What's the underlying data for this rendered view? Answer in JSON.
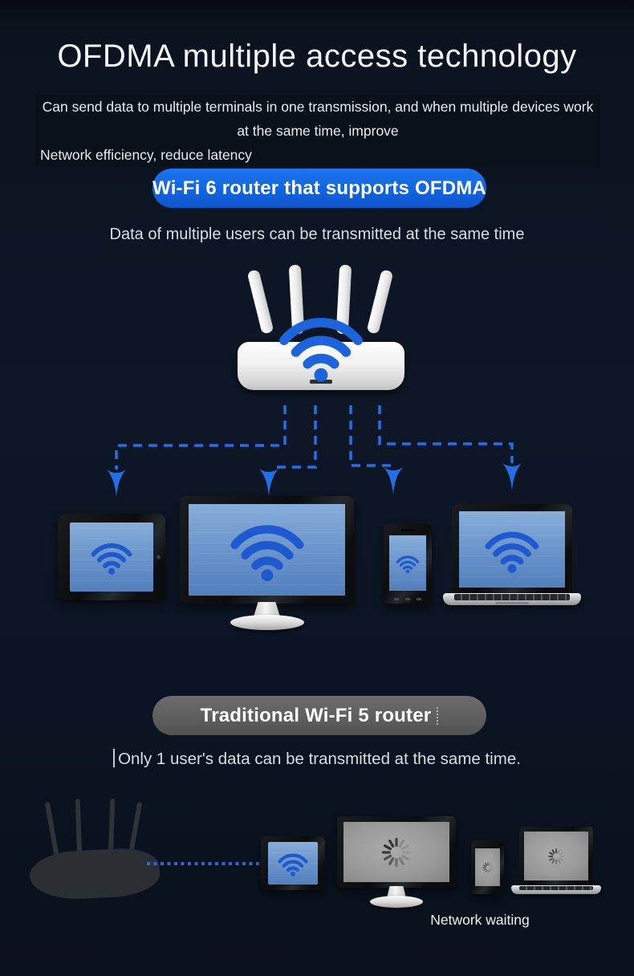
{
  "page": {
    "title": "OFDMA multiple access technology",
    "description": {
      "line1": "Can send data to multiple terminals in one transmission, and when multiple devices work at the same time, improve",
      "line2": "Network efficiency, reduce latency"
    }
  },
  "wifi6_section": {
    "badge_label": "Wi-Fi 6 router that supports OFDMA",
    "caption": "Data of multiple users can be transmitted at the same time",
    "devices": [
      "tablet",
      "monitor",
      "phone",
      "laptop"
    ],
    "device_screen_icon": "wifi-icon",
    "connection_style": "dashed-arrows-to-all-devices"
  },
  "wifi5_section": {
    "badge_label": "Traditional Wi-Fi 5 router",
    "caption": "Only 1 user's data can be transmitted at the same time.",
    "status_label": "Network waiting",
    "connected_device": "tablet",
    "connected_device_icon": "wifi-icon",
    "waiting_devices": [
      "monitor",
      "phone",
      "laptop"
    ],
    "waiting_device_icon": "loading-spinner-icon",
    "connection_style": "dotted-line-to-single-device"
  },
  "colors": {
    "background": "#0c1624",
    "accent_blue": "#1264e0",
    "connection_blue": "#2070ea",
    "wifi_icon_blue": "#1c5ed6",
    "screen_blue": "#6d97cc",
    "badge_gray": "#5d5d5d",
    "screen_gray": "#9a9a9a",
    "text_primary": "#ffffff",
    "text_secondary": "#d9dee5"
  }
}
